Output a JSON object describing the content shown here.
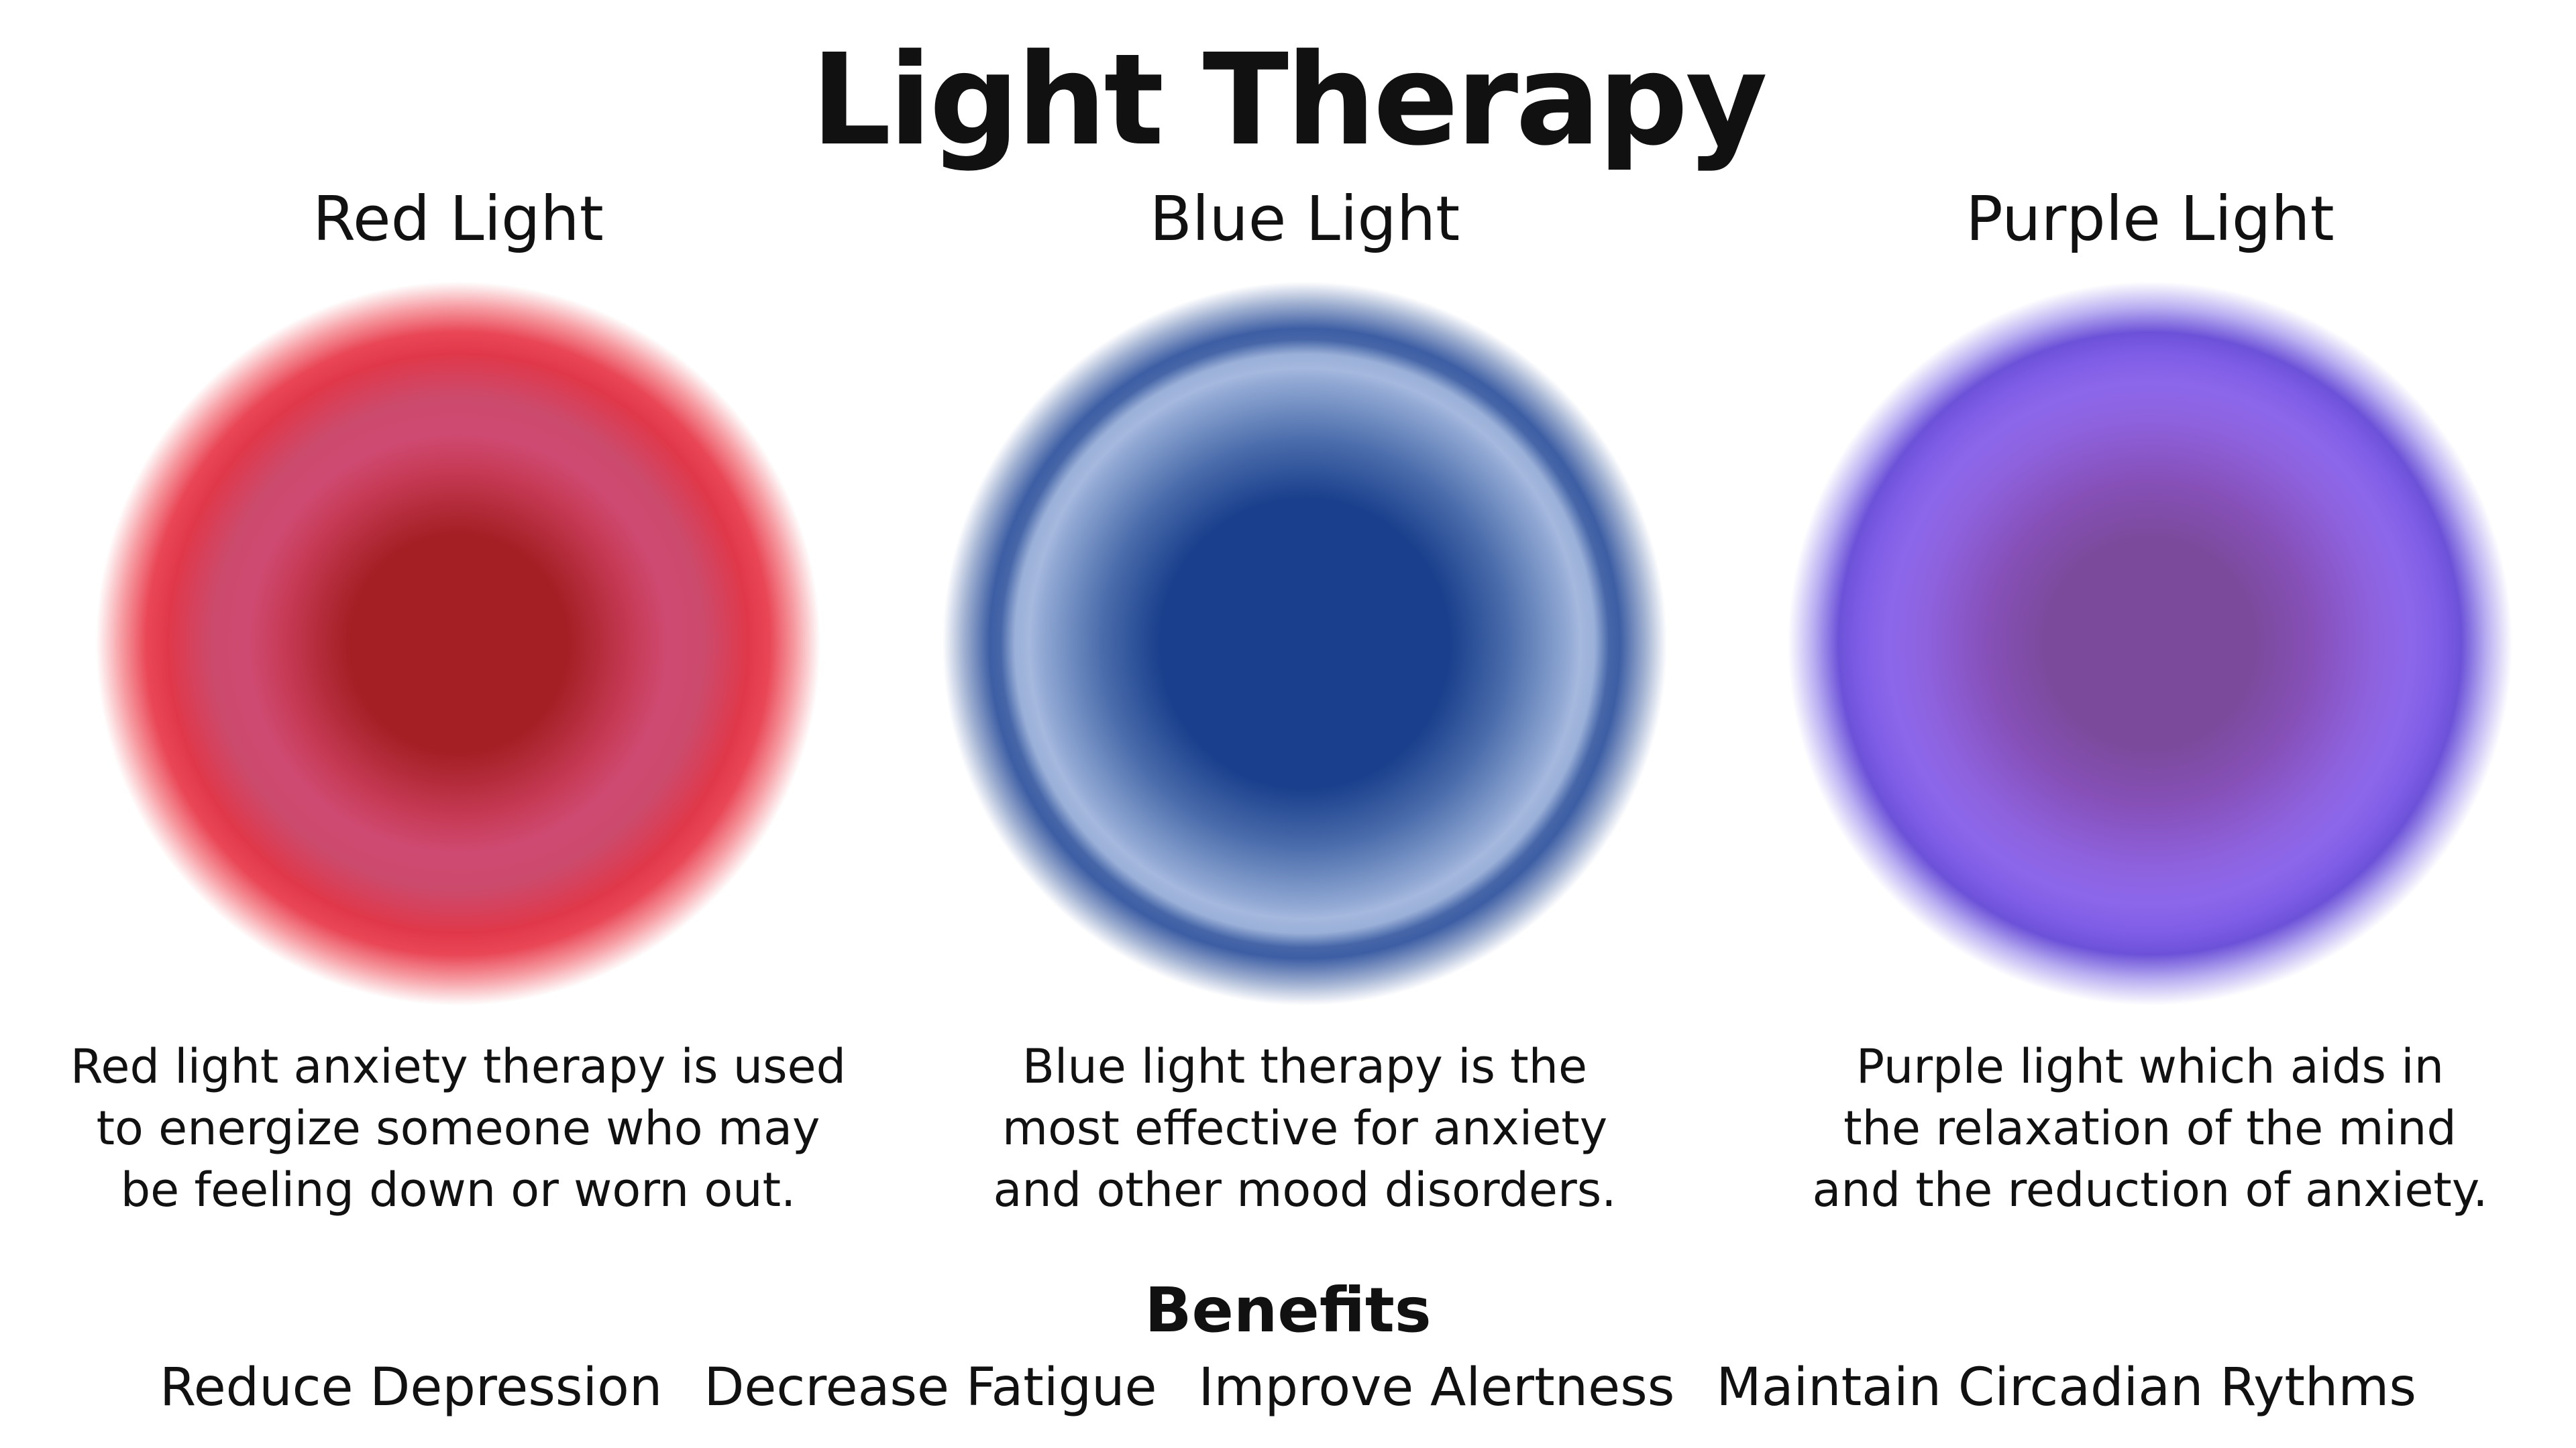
{
  "title": "Light Therapy",
  "columns": [
    {
      "heading": "Red Light",
      "description_lines": [
        "Red light anxiety therapy is used",
        "to energize someone who may",
        "be feeling down or worn out."
      ],
      "colors": {
        "core": "#a31f24",
        "mid": "#cf4a72",
        "rim": "#e94656"
      }
    },
    {
      "heading": "Blue Light",
      "description_lines": [
        "Blue light therapy is the",
        "most effective for anxiety",
        "and other mood disorders."
      ],
      "colors": {
        "core": "#1a3f8c",
        "mid": "#a5b8de",
        "rim": "#3d5ea4"
      }
    },
    {
      "heading": "Purple Light",
      "description_lines": [
        "Purple light which aids in",
        "the relaxation of the mind",
        "and the reduction of anxiety."
      ],
      "colors": {
        "core": "#7b4a9a",
        "mid": "#8c67ea",
        "rim": "#6c52d8"
      }
    }
  ],
  "benefits": {
    "title": "Benefits",
    "items": [
      "Reduce Depression",
      "Decrease Fatigue",
      "Improve Alertness",
      "Maintain Circadian Rythms"
    ]
  }
}
